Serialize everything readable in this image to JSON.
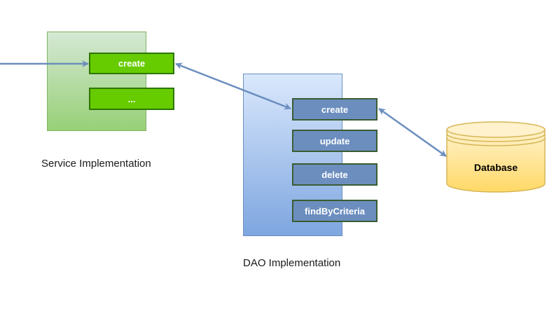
{
  "service": {
    "label": "Service Implementation",
    "methods": [
      "create",
      "..."
    ]
  },
  "dao": {
    "label": "DAO Implementation",
    "methods": [
      "create",
      "update",
      "delete",
      "findByCriteria"
    ]
  },
  "database": {
    "label": "Database"
  },
  "colors": {
    "service_fill_top": "#d5e8d4",
    "service_fill_bottom": "#97d077",
    "dao_fill_top": "#dae8fc",
    "dao_fill_bottom": "#7ea6e0",
    "green_button": "#66cc00",
    "blue_button": "#6c8ebf",
    "database_fill": "#ffcd28",
    "connector": "#6c8ebf"
  }
}
